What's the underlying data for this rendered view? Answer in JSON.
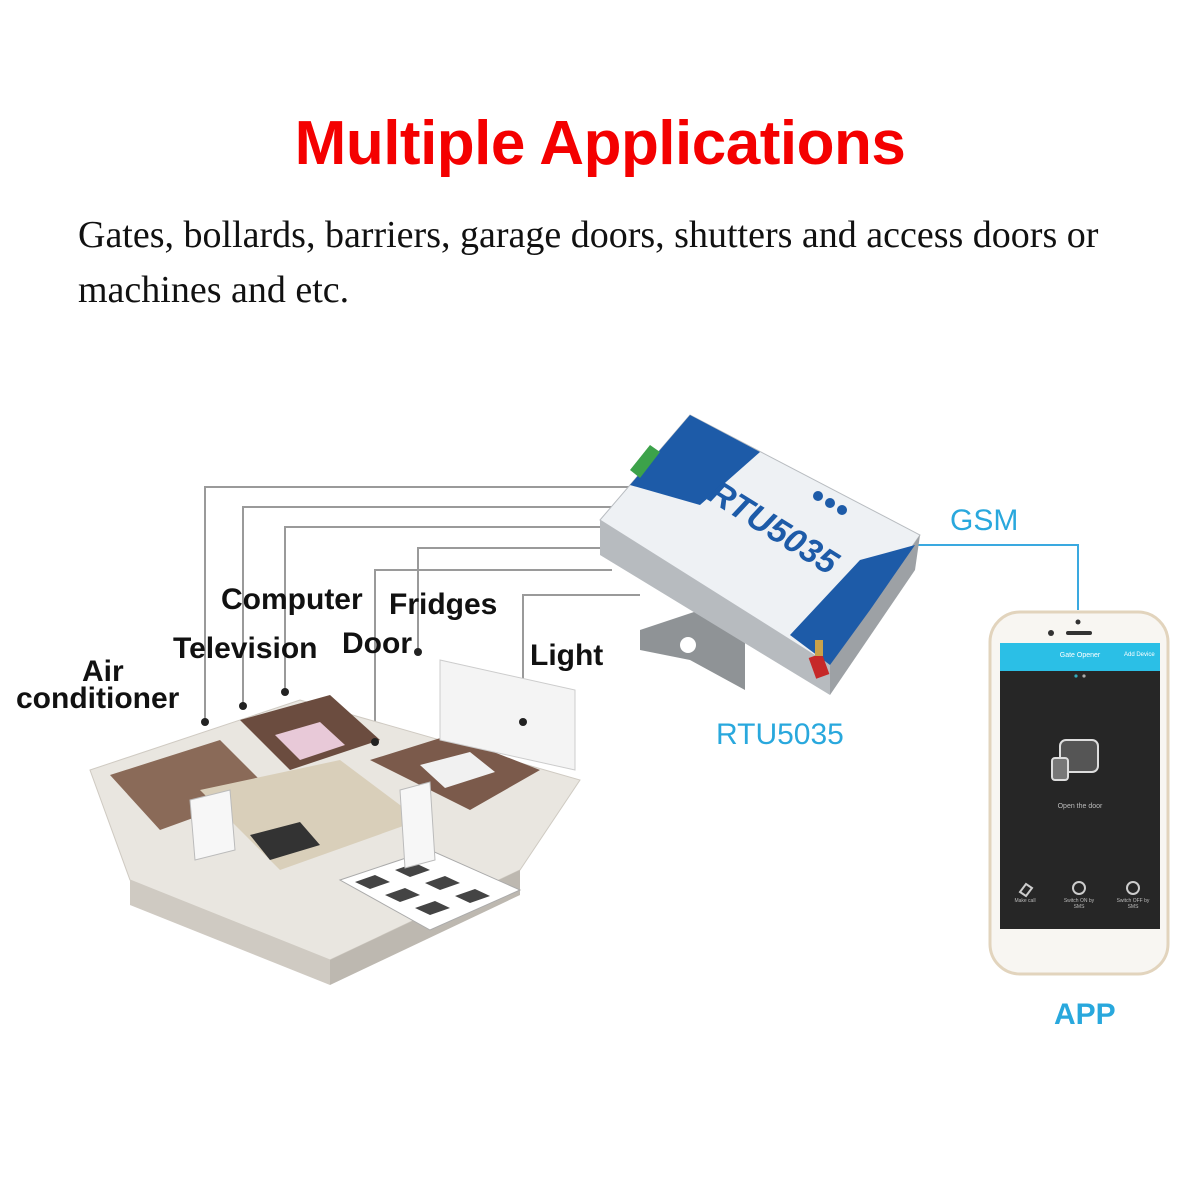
{
  "title": "Multiple Applications",
  "description": "Gates, bollards, barriers, garage doors, shutters and access doors or machines and etc.",
  "labels": {
    "air_conditioner_1": "Air",
    "air_conditioner_2": "conditioner",
    "television": "Television",
    "computer": "Computer",
    "fridges": "Fridges",
    "door": "Door",
    "light": "Light"
  },
  "device": {
    "model": "RTU5035",
    "caption": "RTU5035",
    "color": "#1d5ba8"
  },
  "link_label": "GSM",
  "app": {
    "caption": "APP",
    "header_title": "Gate Opener",
    "header_action": "Add Device",
    "main_action": "Open the door",
    "buttons": [
      "Make call",
      "Switch ON by SMS",
      "Switch OFF by SMS"
    ],
    "accent": "#2bbfe6"
  },
  "colors": {
    "title": "#f40000",
    "caption": "#29a8dd"
  }
}
